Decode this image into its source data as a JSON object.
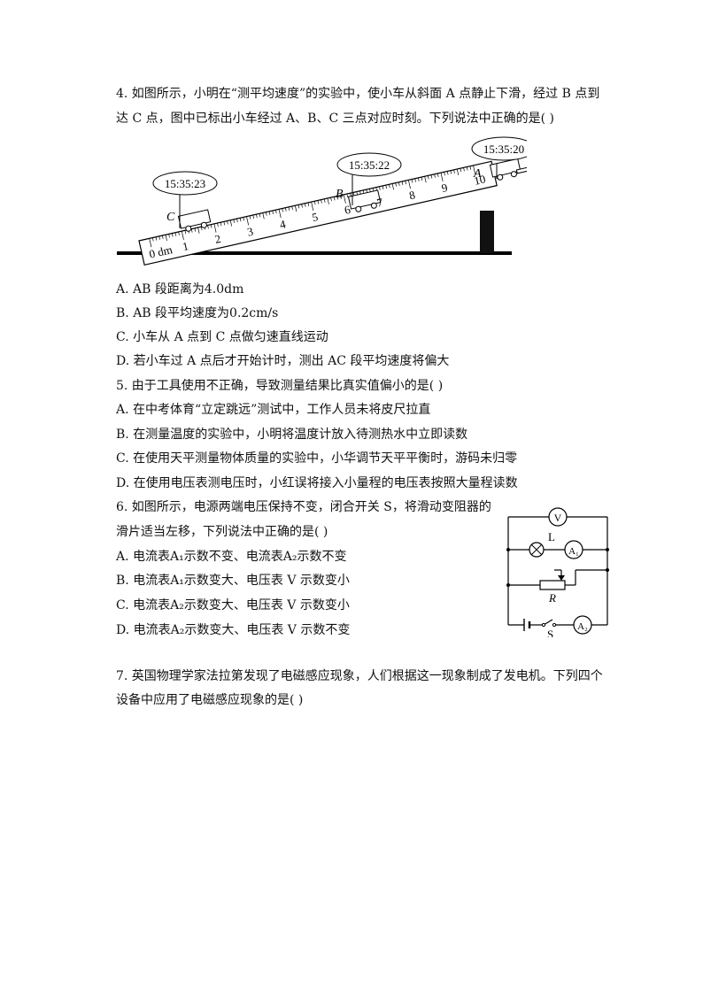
{
  "q4": {
    "stem_line1": "4.   如图所示，小明在“测平均速度”的实验中，使小车从斜面 A 点静止下滑，经过 B 点到",
    "stem_line2": "达 C 点，图中已标出小车经过 A、B、C 三点对应时刻。下列说法中正确的是(    )",
    "figure": {
      "time_a": "15:35:20",
      "time_b": "15:35:22",
      "time_c": "15:35:23",
      "label_a": "A",
      "label_b": "B",
      "label_c": "C",
      "ruler_numbers": [
        "0 dm",
        "1",
        "2",
        "3",
        "4",
        "5",
        "6",
        "7",
        "8",
        "9",
        "10"
      ]
    },
    "options": [
      "A.  AB 段距离为4.0dm",
      "B.  AB 段平均速度为0.2cm/s",
      "C.  小车从 A 点到 C 点做匀速直线运动",
      "D.  若小车过 A 点后才开始计时，测出 AC 段平均速度将偏大"
    ]
  },
  "q5": {
    "stem": "5.   由于工具使用不正确，导致测量结果比真实值偏小的是(    )",
    "options": [
      "A.  在中考体育“立定跳远”测试中，工作人员未将皮尺拉直",
      "B.  在测量温度的实验中，小明将温度计放入待测热水中立即读数",
      "C.  在使用天平测量物体质量的实验中，小华调节天平平衡时，游码未归零",
      "D.  在使用电压表测电压时，小红误将接入小量程的电压表按照大量程读数"
    ]
  },
  "q6": {
    "stem_line1": "6.   如图所示，电源两端电压保持不变，闭合开关 S，将滑动变阻器的",
    "stem_line2": "滑片适当左移，下列说法中正确的是(    )",
    "options": [
      "A.  电流表A₁示数不变、电流表A₂示数不变",
      "B.  电流表A₁示数变大、电压表 V 示数变小",
      "C.  电流表A₂示数变大、电压表 V 示数变小",
      "D.  电流表A₂示数变大、电压表 V 示数不变"
    ],
    "circuit": {
      "voltmeter": "V",
      "lamp": "L",
      "ammeter1": "A₁",
      "resistor": "R",
      "switch": "S",
      "ammeter2": "A₂"
    }
  },
  "q7": {
    "stem_line1": "7.   英国物理学家法拉第发现了电磁感应现象，人们根据这一现象制成了发电机。下列四个",
    "stem_line2": "设备中应用了电磁感应现象的是(    )"
  }
}
